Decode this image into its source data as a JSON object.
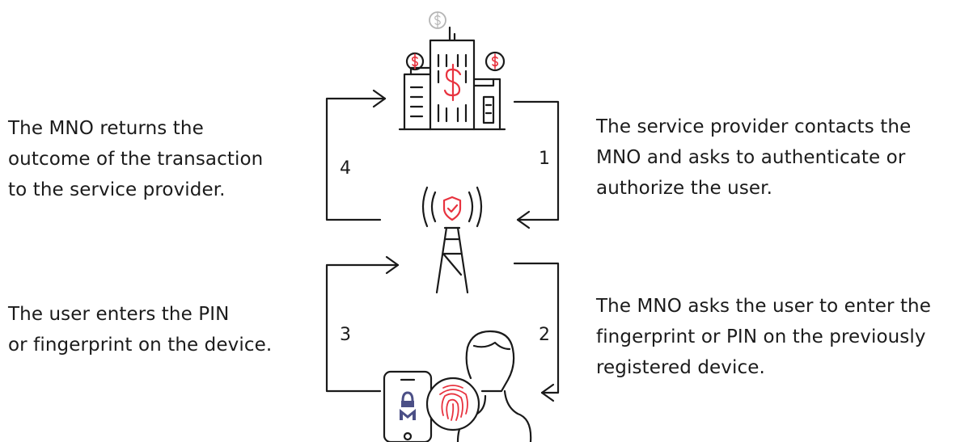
{
  "steps": [
    {
      "number": "1",
      "text": "The service provider contacts the\nMNO and asks to authenticate or\nauthorize the user."
    },
    {
      "number": "2",
      "text": "The MNO asks the user to enter the\nfingerprint or PIN on the previously\nregistered device."
    },
    {
      "number": "3",
      "text": "The user enters the PIN\nor fingerprint on the device."
    },
    {
      "number": "4",
      "text": "The MNO returns the\noutcome of the transaction\nto the service provider."
    }
  ],
  "icons": {
    "top": "service-provider-building-icon",
    "middle": "mno-antenna-shield-icon",
    "bottom": "user-device-fingerprint-icon"
  },
  "colors": {
    "line": "#1a1a1a",
    "accent": "#e8333f",
    "phone_logo": "#4b4f86",
    "muted": "#b5b5b5"
  }
}
